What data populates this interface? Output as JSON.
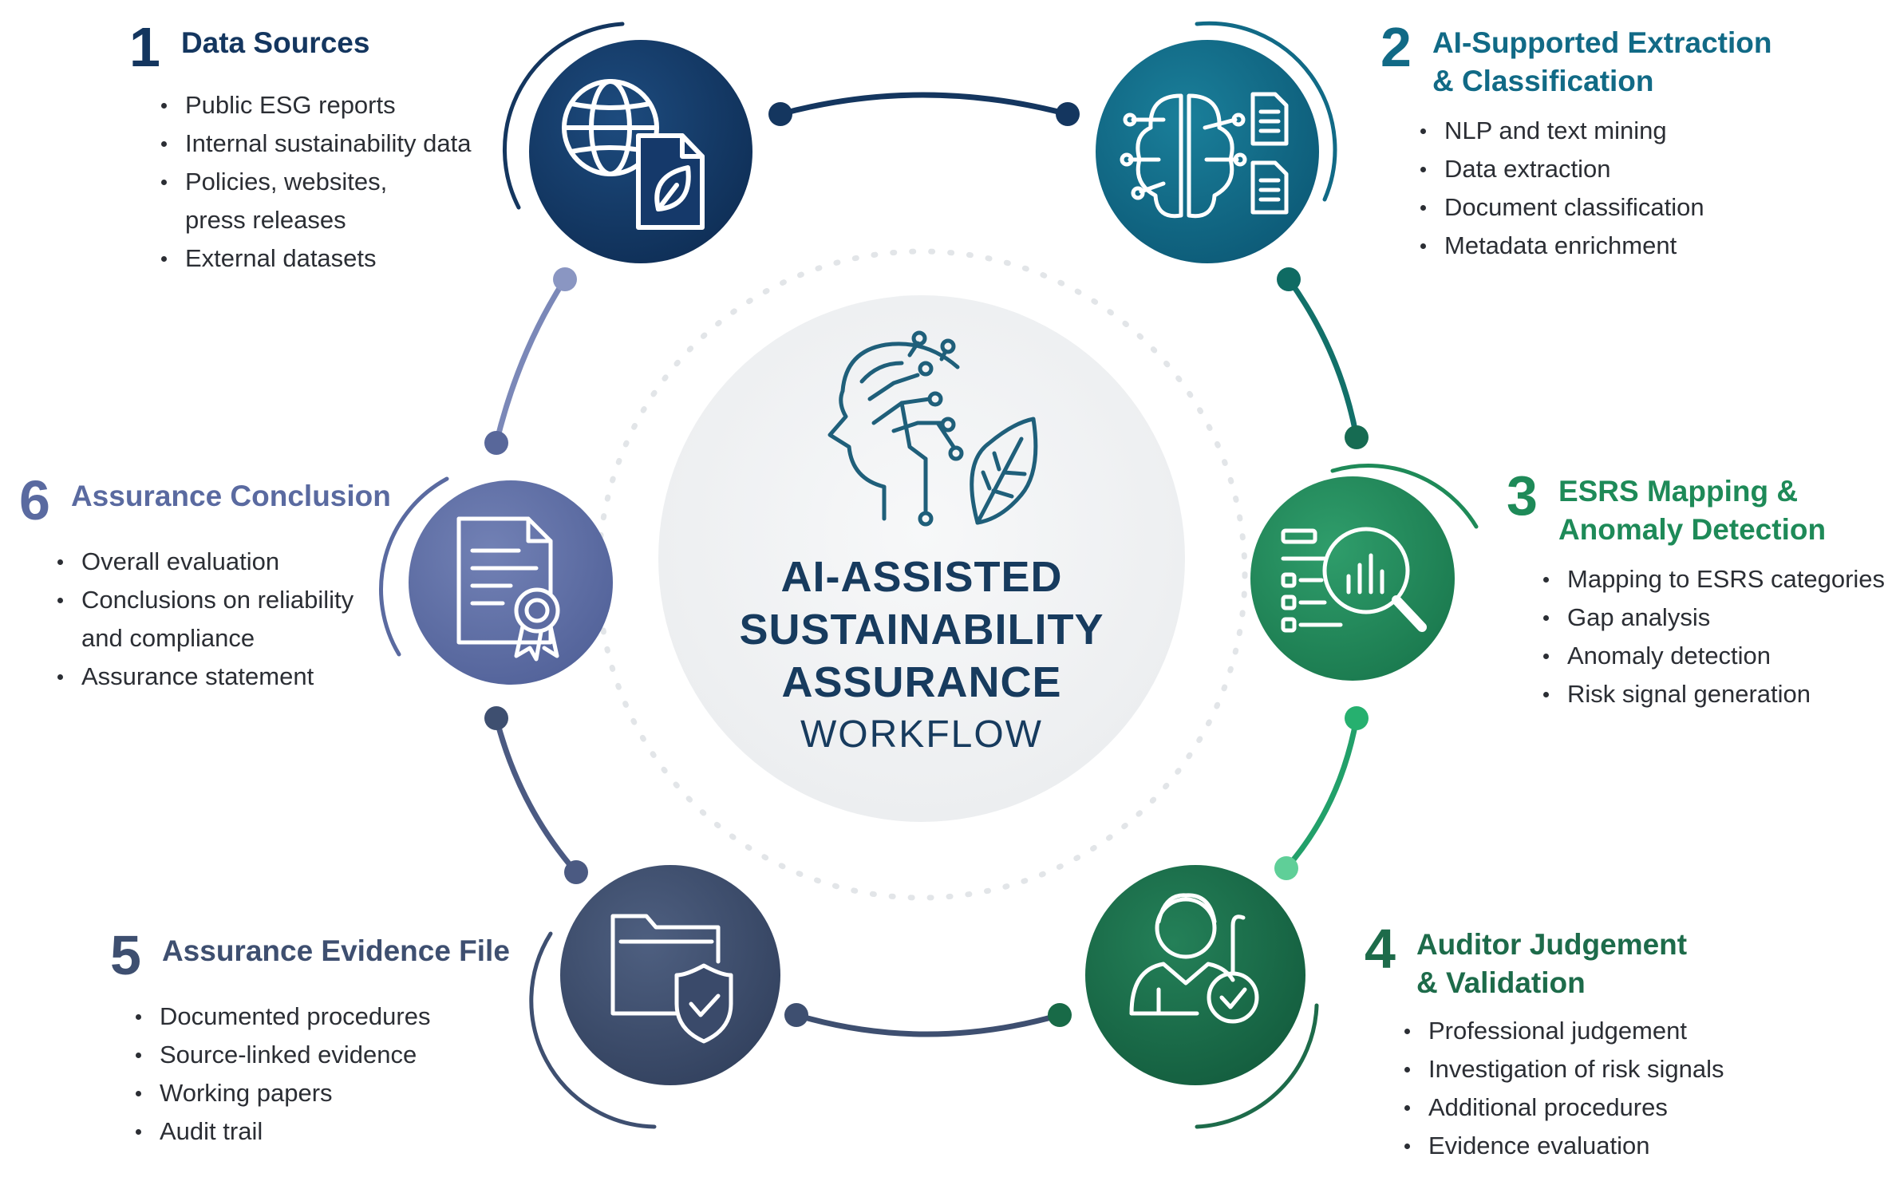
{
  "center": {
    "line1": "AI-ASSISTED",
    "line2": "SUSTAINABILITY",
    "line3": "ASSURANCE",
    "line4": "WORKFLOW",
    "icon": "ai-head-leaf-icon"
  },
  "steps": [
    {
      "number": "1",
      "title": "Data Sources",
      "color": "#14365f",
      "icon": "globe-document-leaf-icon",
      "bullets": [
        "Public ESG reports",
        "Internal sustainability data",
        "Policies, websites,\npress releases",
        "External datasets"
      ]
    },
    {
      "number": "2",
      "title": "AI-Supported Extraction\n& Classification",
      "color": "#116a86",
      "icon": "brain-network-documents-icon",
      "bullets": [
        "NLP and text mining",
        "Data extraction",
        "Document classification",
        "Metadata enrichment"
      ]
    },
    {
      "number": "3",
      "title": "ESRS Mapping &\nAnomaly Detection",
      "color": "#1e8a58",
      "icon": "magnifier-chart-icon",
      "bullets": [
        "Mapping to ESRS categories",
        "Gap analysis",
        "Anomaly detection",
        "Risk signal generation"
      ]
    },
    {
      "number": "4",
      "title": "Auditor Judgement\n& Validation",
      "color": "#1d6b4a",
      "icon": "auditor-check-icon",
      "bullets": [
        "Professional judgement",
        "Investigation of risk signals",
        "Additional procedures",
        "Evidence evaluation"
      ]
    },
    {
      "number": "5",
      "title": "Assurance Evidence File",
      "color": "#3e4f70",
      "icon": "folder-shield-icon",
      "bullets": [
        "Documented procedures",
        "Source-linked evidence",
        "Working papers",
        "Audit trail"
      ]
    },
    {
      "number": "6",
      "title": "Assurance Conclusion",
      "color": "#5a6aa0",
      "icon": "certificate-document-icon",
      "bullets": [
        "Overall evaluation",
        "Conclusions on reliability\nand compliance",
        "Assurance statement"
      ]
    }
  ]
}
